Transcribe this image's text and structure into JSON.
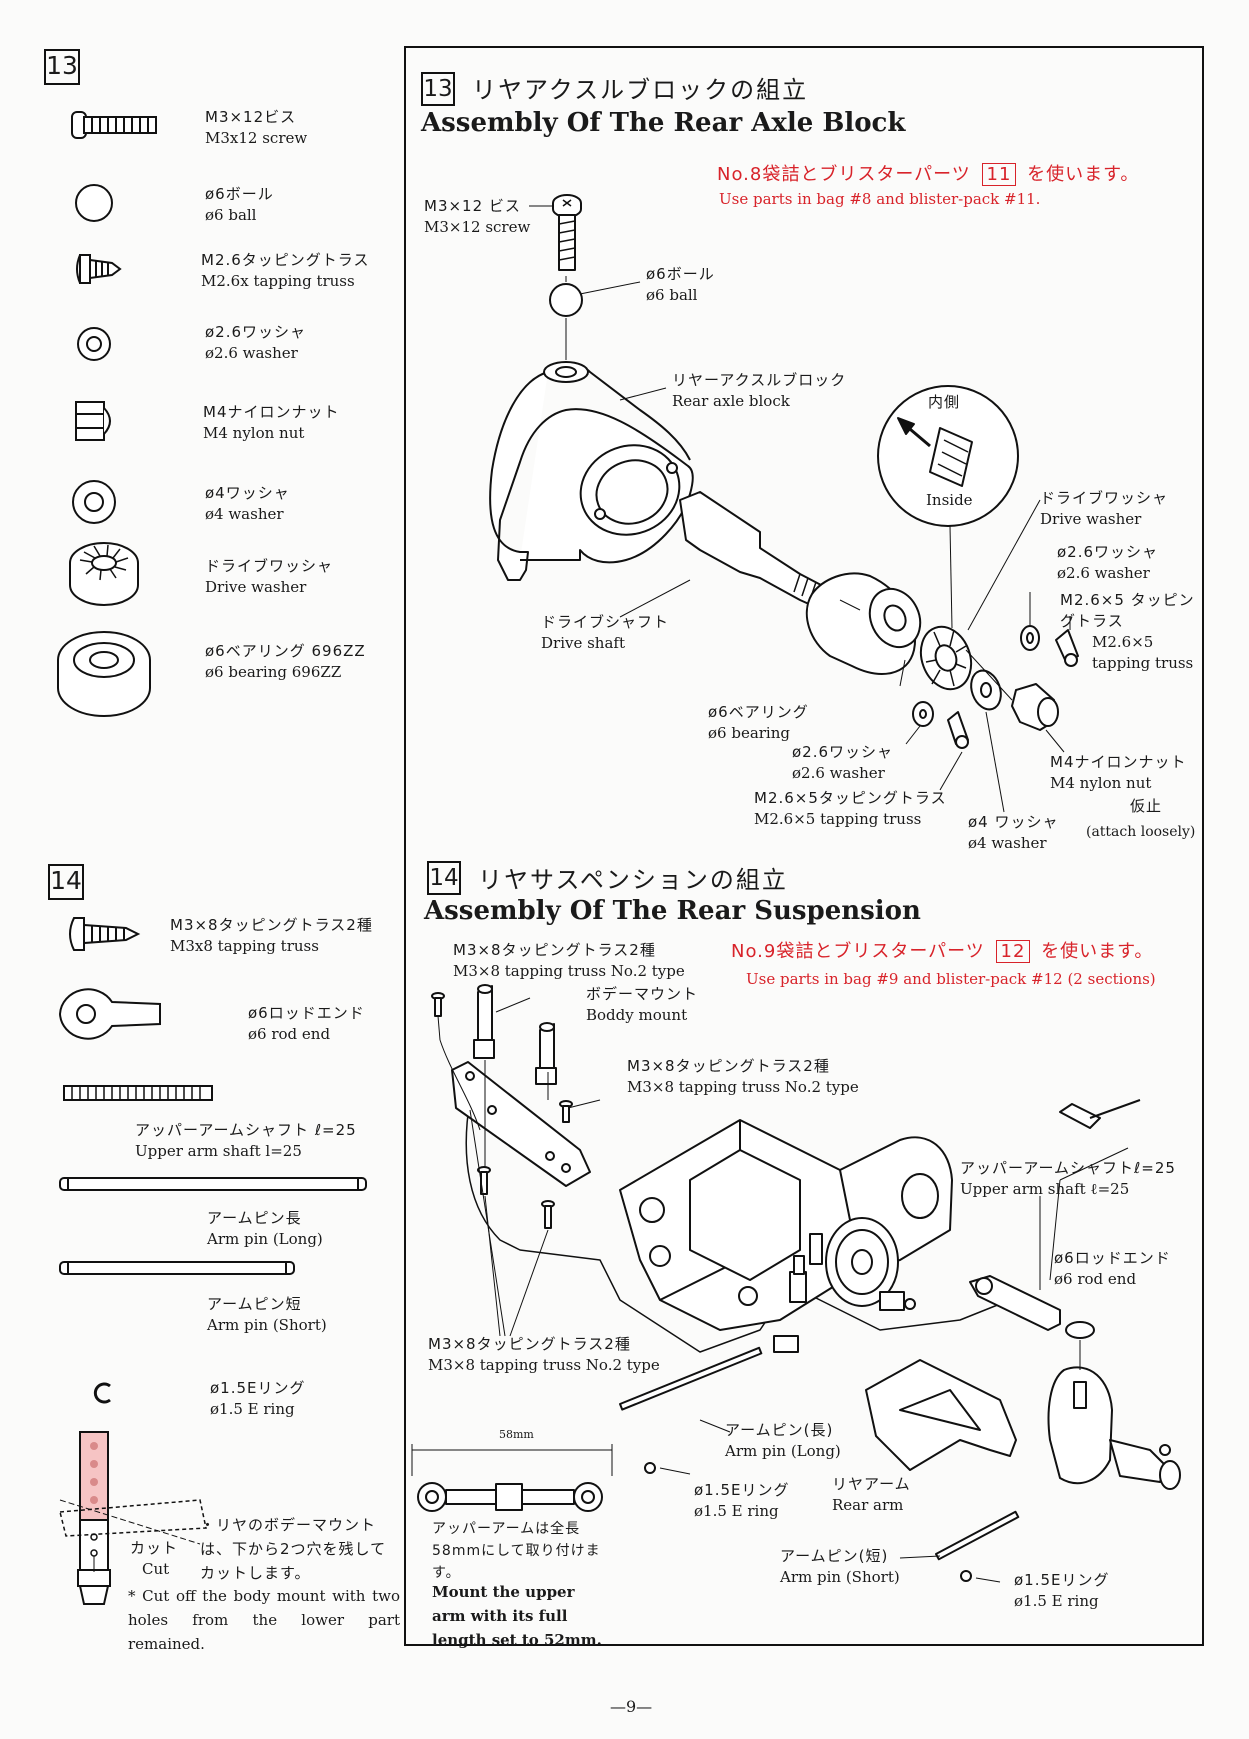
{
  "page_number": "—9—",
  "left_column": {
    "step13": {
      "number": "13",
      "parts": [
        {
          "jp": "M3×12ビス",
          "en": "M3x12 screw",
          "icon": "screw-icon"
        },
        {
          "jp": "ø6ボール",
          "en": "ø6 ball",
          "icon": "ball-icon"
        },
        {
          "jp": "M2.6タッピングトラス",
          "en": "M2.6x tapping truss",
          "icon": "tapping-screw-icon"
        },
        {
          "jp": "ø2.6ワッシャ",
          "en": "ø2.6 washer",
          "icon": "washer-icon"
        },
        {
          "jp": "M4ナイロンナット",
          "en": "M4 nylon nut",
          "icon": "nut-icon"
        },
        {
          "jp": "ø4ワッシャ",
          "en": "ø4 washer",
          "icon": "washer-icon"
        },
        {
          "jp": "ドライブワッシャ",
          "en": "Drive washer",
          "icon": "drive-washer-icon"
        },
        {
          "jp": "ø6ベアリング 696ZZ",
          "en": "ø6 bearing 696ZZ",
          "icon": "bearing-icon"
        }
      ]
    },
    "step14": {
      "number": "14",
      "parts": [
        {
          "jp": "M3×8タッピングトラス2種",
          "en": "M3x8 tapping truss",
          "icon": "tapping-screw-icon"
        },
        {
          "jp": "ø6ロッドエンド",
          "en": "ø6 rod end",
          "icon": "rod-end-icon"
        },
        {
          "jp": "アッパーアームシャフト ℓ=25",
          "en": "Upper arm shaft l=25",
          "icon": "shaft-icon"
        },
        {
          "jp": "アームピン長",
          "en": "Arm pin (Long)",
          "icon": "pin-icon"
        },
        {
          "jp": "アームピン短",
          "en": "Arm pin (Short)",
          "icon": "pin-icon"
        },
        {
          "jp": "ø1.5Eリング",
          "en": "ø1.5 E ring",
          "icon": "e-ring-icon"
        }
      ],
      "cut_jp": "カット",
      "cut_en": "Cut",
      "body_mount_note_jp": "・リヤのボデーマウントは、下から2つ穴を残してカットします。",
      "body_mount_note_en": "* Cut off the body mount with two holes from the lower part remained."
    }
  },
  "section13": {
    "number": "13",
    "title_jp": "リヤアクスルブロックの組立",
    "title_en": "Assembly Of The Rear Axle Block",
    "bag_note_jp_pre": "No.8袋詰とブリスターパーツ",
    "bag_note_box": "11",
    "bag_note_jp_post": "を使います。",
    "bag_note_en": "Use parts in bag #8 and blister-pack #11.",
    "labels": {
      "screw_jp": "M3×12 ビス",
      "screw_en": "M3×12 screw",
      "ball_jp": "ø6ボール",
      "ball_en": "ø6 ball",
      "block_jp": "リヤーアクスルブロック",
      "block_en": "Rear axle block",
      "inside_jp": "内側",
      "inside_en": "Inside",
      "drive_washer_jp": "ドライブワッシャ",
      "drive_washer_en": "Drive washer",
      "washer26_jp": "ø2.6ワッシャ",
      "washer26_en": "ø2.6 washer",
      "truss_jp": "M2.6×5 タッピングトラス",
      "truss_en1": "M2.6×5",
      "truss_en2": "tapping truss",
      "shaft_jp": "ドライブシャフト",
      "shaft_en": "Drive shaft",
      "bearing_jp": "ø6ベアリング",
      "bearing_en": "ø6 bearing",
      "washer26b_jp": "ø2.6ワッシャ",
      "washer26b_en": "ø2.6 washer",
      "truss2_jp": "M2.6×5タッピングトラス",
      "truss2_en": "M2.6×5 tapping truss",
      "washer4_jp": "ø4 ワッシャ",
      "washer4_en": "ø4 washer",
      "nut_jp": "M4ナイロンナット",
      "nut_en": "M4 nylon nut",
      "loose_jp": "仮止",
      "loose_en": "(attach loosely)"
    }
  },
  "section14": {
    "number": "14",
    "title_jp": "リヤサスペンションの組立",
    "title_en": "Assembly Of The Rear Suspension",
    "bag_note_jp_pre": "No.9袋詰とブリスターパーツ",
    "bag_note_box": "12",
    "bag_note_jp_post": "を使います。",
    "bag_note_en": "Use parts in bag #9 and blister-pack #12 (2 sections)",
    "labels": {
      "truss_a_jp": "M3×8タッピングトラス2種",
      "truss_a_en": "M3×8 tapping truss No.2 type",
      "mount_jp": "ボデーマウント",
      "mount_en": "Boddy mount",
      "truss_b_jp": "M3×8タッピングトラス2種",
      "truss_b_en": "M3×8 tapping truss No.2 type",
      "upper_shaft_jp": "アッパーアームシャフトℓ=25",
      "upper_shaft_en": "Upper arm shaft ℓ=25",
      "rod_end_jp": "ø6ロッドエンド",
      "rod_end_en": "ø6 rod end",
      "truss_c_jp": "M3×8タッピングトラス2種",
      "truss_c_en": "M3×8 tapping truss No.2 type",
      "pin_long_jp": "アームピン(長)",
      "pin_long_en": "Arm pin (Long)",
      "ering_jp": "ø1.5Eリング",
      "ering_en": "ø1.5 E ring",
      "rear_arm_jp": "リヤアーム",
      "rear_arm_en": "Rear arm",
      "pin_short_jp": "アームピン(短)",
      "pin_short_en": "Arm pin (Short)",
      "ering2_jp": "ø1.5Eリング",
      "ering2_en": "ø1.5 E ring",
      "dim": "58mm",
      "upper_note_jp": "アッパーアームは全長58mmにして取り付けます。",
      "upper_note_en": "Mount the upper arm with its full length set to 52mm."
    }
  }
}
